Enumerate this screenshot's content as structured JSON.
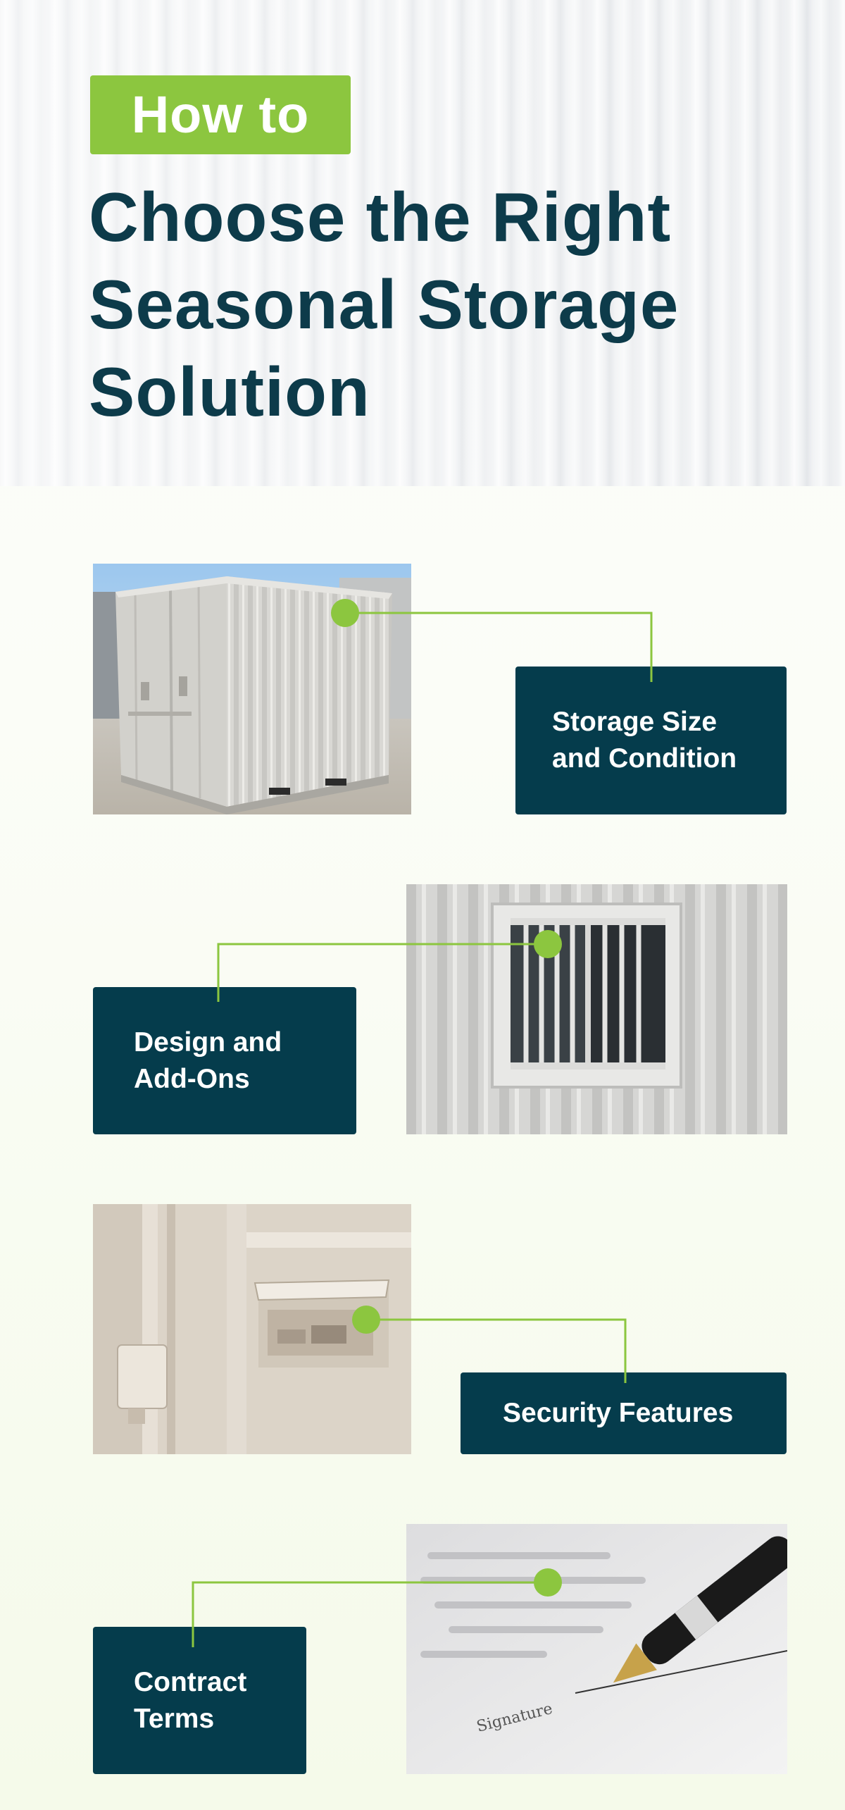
{
  "header": {
    "tag": "How to",
    "title_lines": [
      "Choose the Right",
      "Seasonal Storage",
      "Solution"
    ]
  },
  "sections": [
    {
      "label": "Storage Size\nand Condition",
      "image": "shipping-container-photo"
    },
    {
      "label": "Design and\nAdd-Ons",
      "image": "barred-window-photo"
    },
    {
      "label": "Security Features",
      "image": "lockbox-photo"
    },
    {
      "label": "Contract\nTerms",
      "image": "pen-signing-contract-photo"
    }
  ],
  "photo_text": {
    "signature": "Signature"
  },
  "colors": {
    "accent_green": "#8cc63f",
    "navy": "#053c4c",
    "title_navy": "#0d3b4a"
  }
}
